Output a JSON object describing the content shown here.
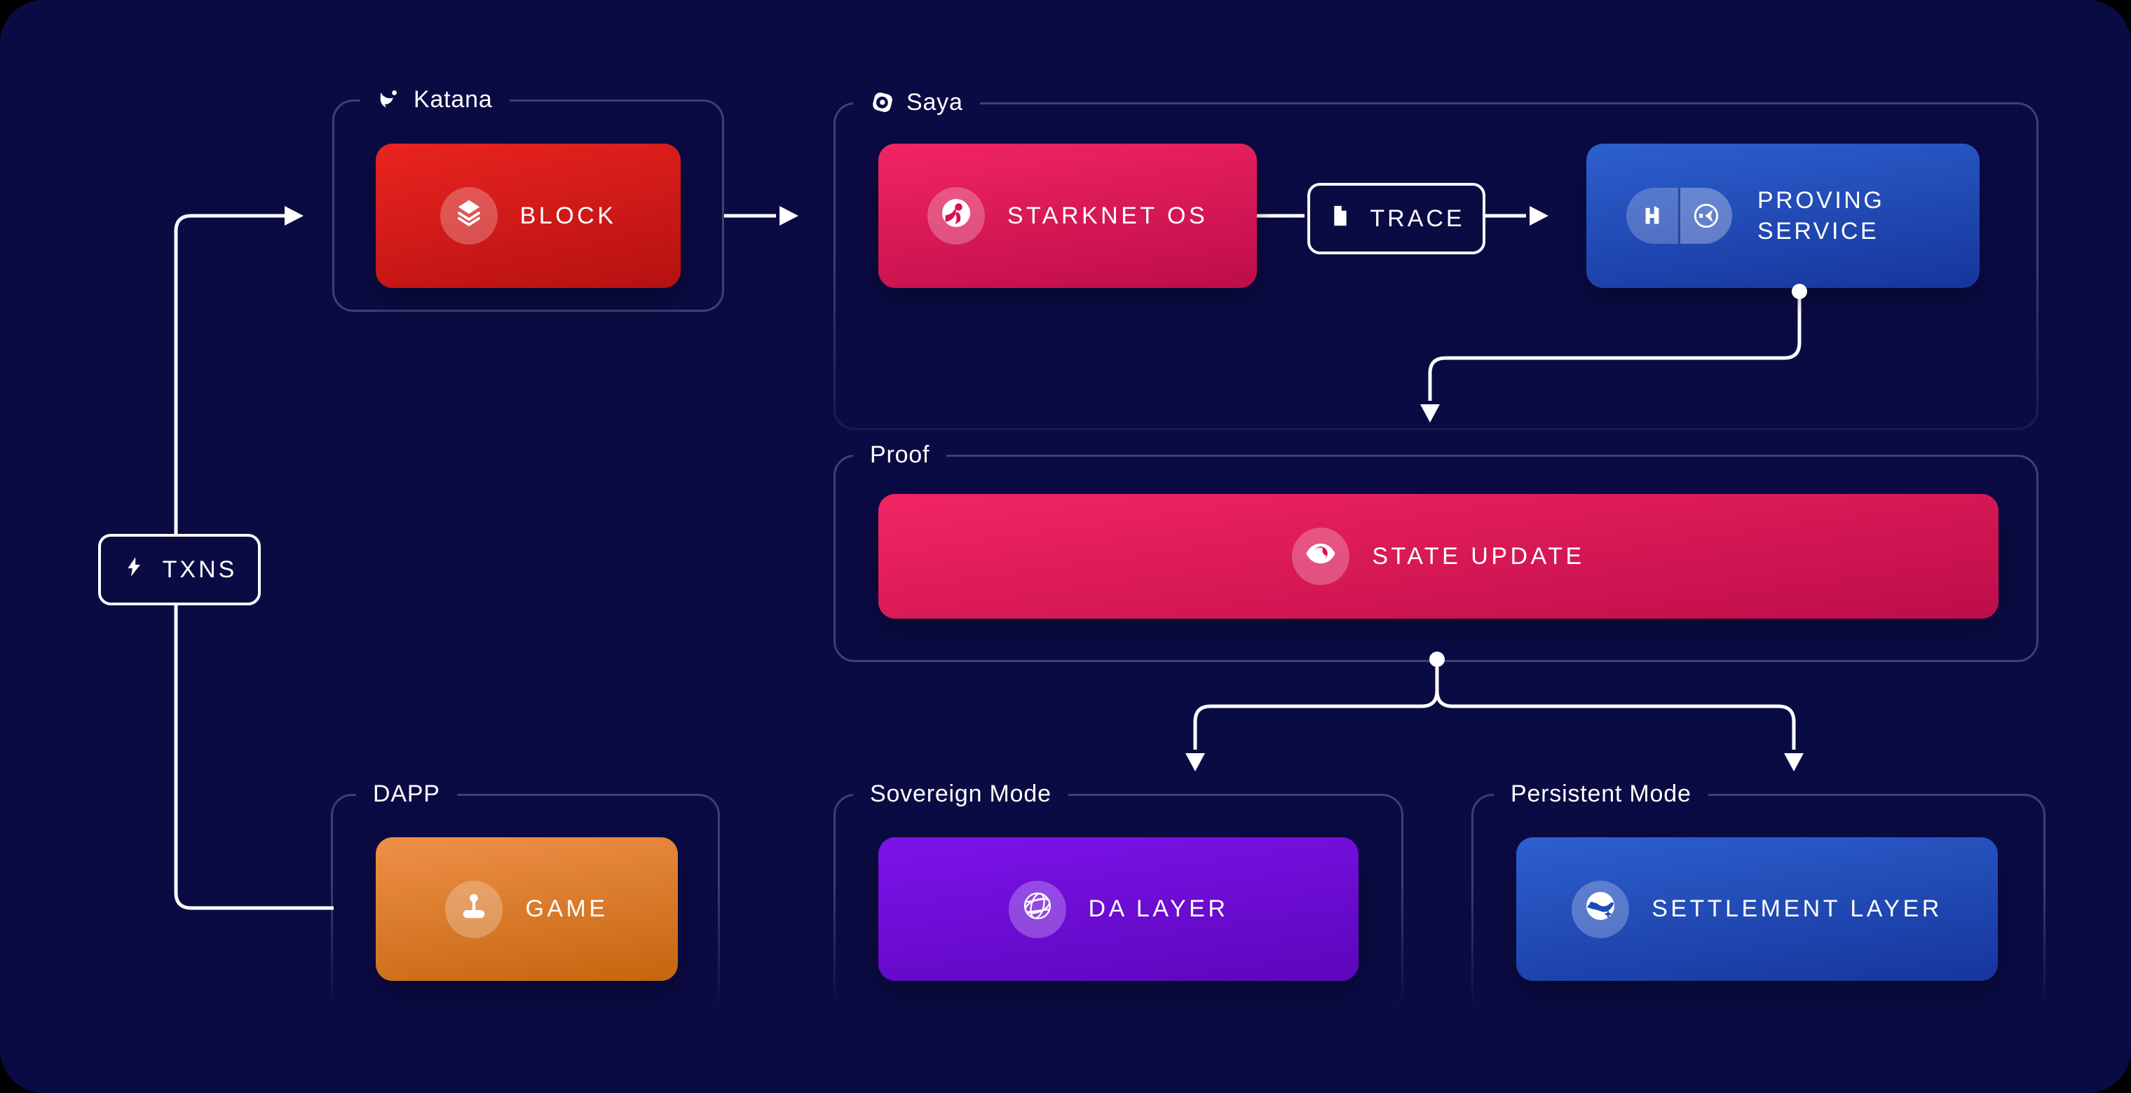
{
  "groups": {
    "katana": {
      "label": "Katana"
    },
    "saya": {
      "label": "Saya"
    },
    "proof": {
      "label": "Proof"
    },
    "dapp": {
      "label": "DAPP"
    },
    "sovereign": {
      "label": "Sovereign Mode"
    },
    "persistent": {
      "label": "Persistent Mode"
    }
  },
  "nodes": {
    "txns": {
      "label": "TXNS"
    },
    "block": {
      "label": "BLOCK"
    },
    "starknet_os": {
      "label": "STARKNET OS"
    },
    "trace": {
      "label": "TRACE"
    },
    "proving_service": {
      "label": "PROVING SERVICE"
    },
    "state_update": {
      "label": "STATE UPDATE"
    },
    "game": {
      "label": "GAME"
    },
    "da_layer": {
      "label": "DA LAYER"
    },
    "settlement_layer": {
      "label": "SETTLEMENT LAYER"
    }
  },
  "icons": {
    "katana": "katana-logo-icon",
    "saya": "saya-logo-icon",
    "block": "layers-icon",
    "starknet_os": "starknet-figure-icon",
    "trace": "document-icon",
    "proving_left": "herodotus-h-icon",
    "proving_right": "prover-emblem-icon",
    "state_update": "eye-icon",
    "txns": "lightning-icon",
    "game": "joystick-icon",
    "da_layer": "wireframe-globe-icon",
    "settlement_layer": "starknet-circle-icon"
  },
  "colors": {
    "background": "#0b0b44",
    "group_border": "#40406e",
    "wire": "#ffffff",
    "red_gradient": [
      "#ea2420",
      "#b51111"
    ],
    "pink_gradient": [
      "#f22563",
      "#bd0d49"
    ],
    "blue_gradient": [
      "#2d60ce",
      "#16359c"
    ],
    "orange_gradient": [
      "#ef9049",
      "#c4660e"
    ],
    "purple_gradient": [
      "#7d13ea",
      "#5c06bb"
    ],
    "pink_accent": "#d8104f",
    "blue_accent": "#1f4ab4"
  }
}
